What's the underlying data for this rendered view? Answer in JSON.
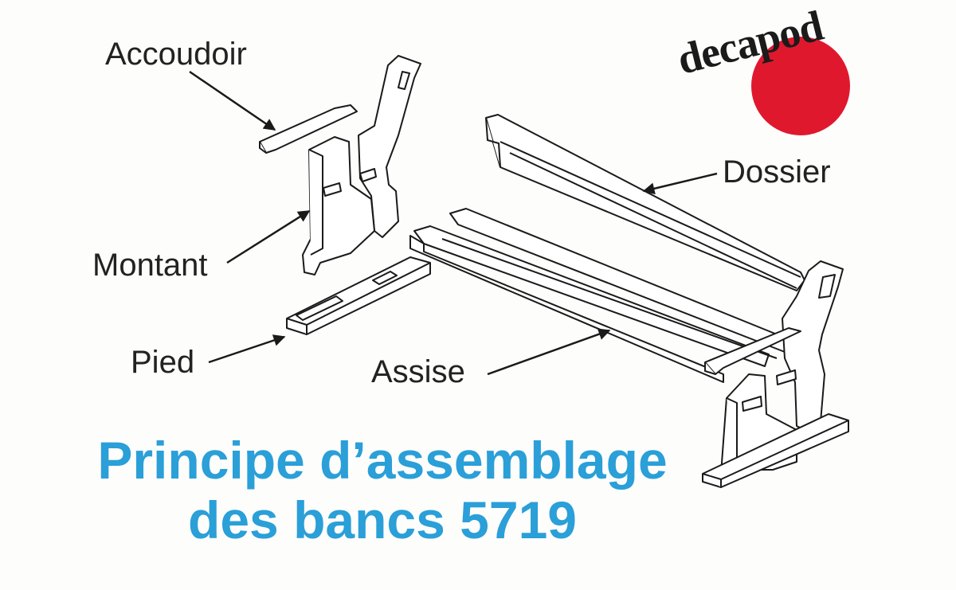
{
  "labels": {
    "armrest": "Accoudoir",
    "upright": "Montant",
    "foot": "Pied",
    "seat": "Assise",
    "backrest": "Dossier"
  },
  "title": {
    "line1": "Principe d’assemblage",
    "line2": "des bancs 5719"
  },
  "logo": {
    "text": "decapod",
    "circle_color": "#e0182d"
  },
  "colors": {
    "title": "#2a9fd8",
    "ink": "#222222"
  }
}
